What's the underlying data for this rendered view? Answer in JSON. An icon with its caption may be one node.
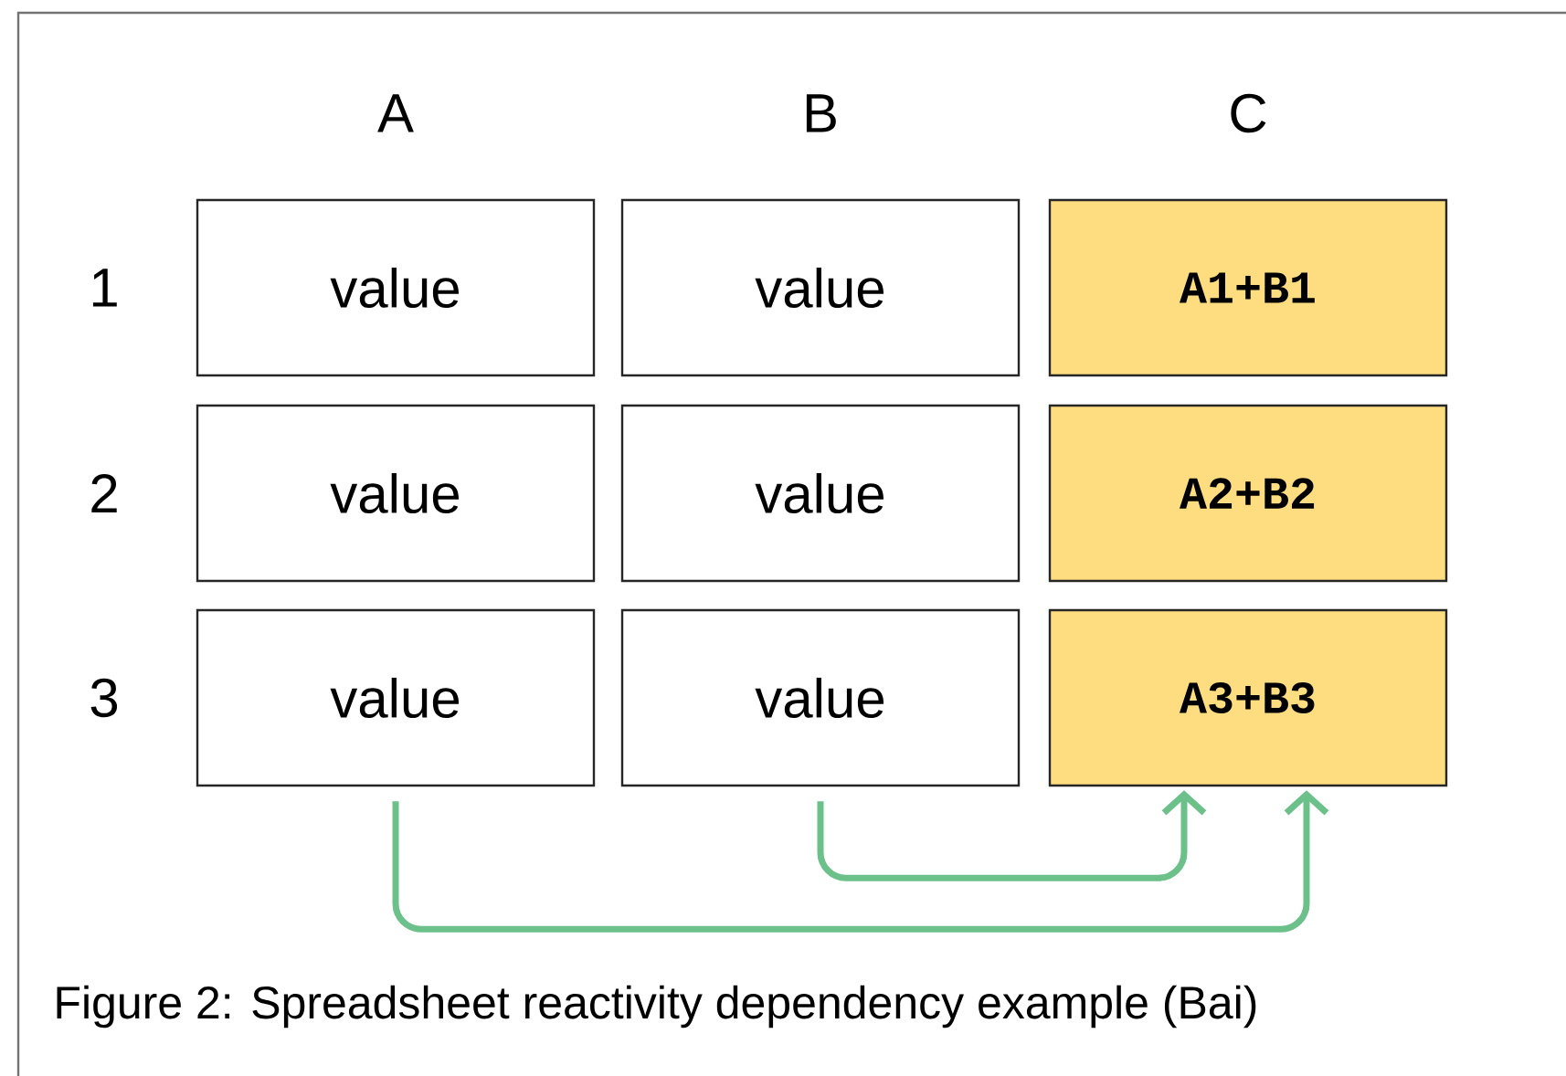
{
  "diagram": {
    "caption": "Figure 2: Spreadsheet reactivity dependency example (Bai)",
    "nodes": [
      {
        "text": [
          "value"
        ]
      },
      {
        "text": [
          "value"
        ]
      },
      {
        "text": [
          "A1+B1"
        ]
      },
      {
        "text": [
          "value"
        ]
      },
      {
        "text": [
          "value"
        ]
      },
      {
        "text": [
          "A2+B2"
        ]
      },
      {
        "text": [
          "value"
        ]
      },
      {
        "text": [
          "value"
        ]
      },
      {
        "text": [
          "A3+B3"
        ]
      }
    ],
    "edges": [
      {
        "from": 6,
        "to": 8,
        "arrow": "to"
      },
      {
        "from": 7,
        "to": 8,
        "arrow": "to"
      }
    ],
    "labels": [
      "A",
      "B",
      "C",
      "1",
      "2",
      "3"
    ]
  }
}
